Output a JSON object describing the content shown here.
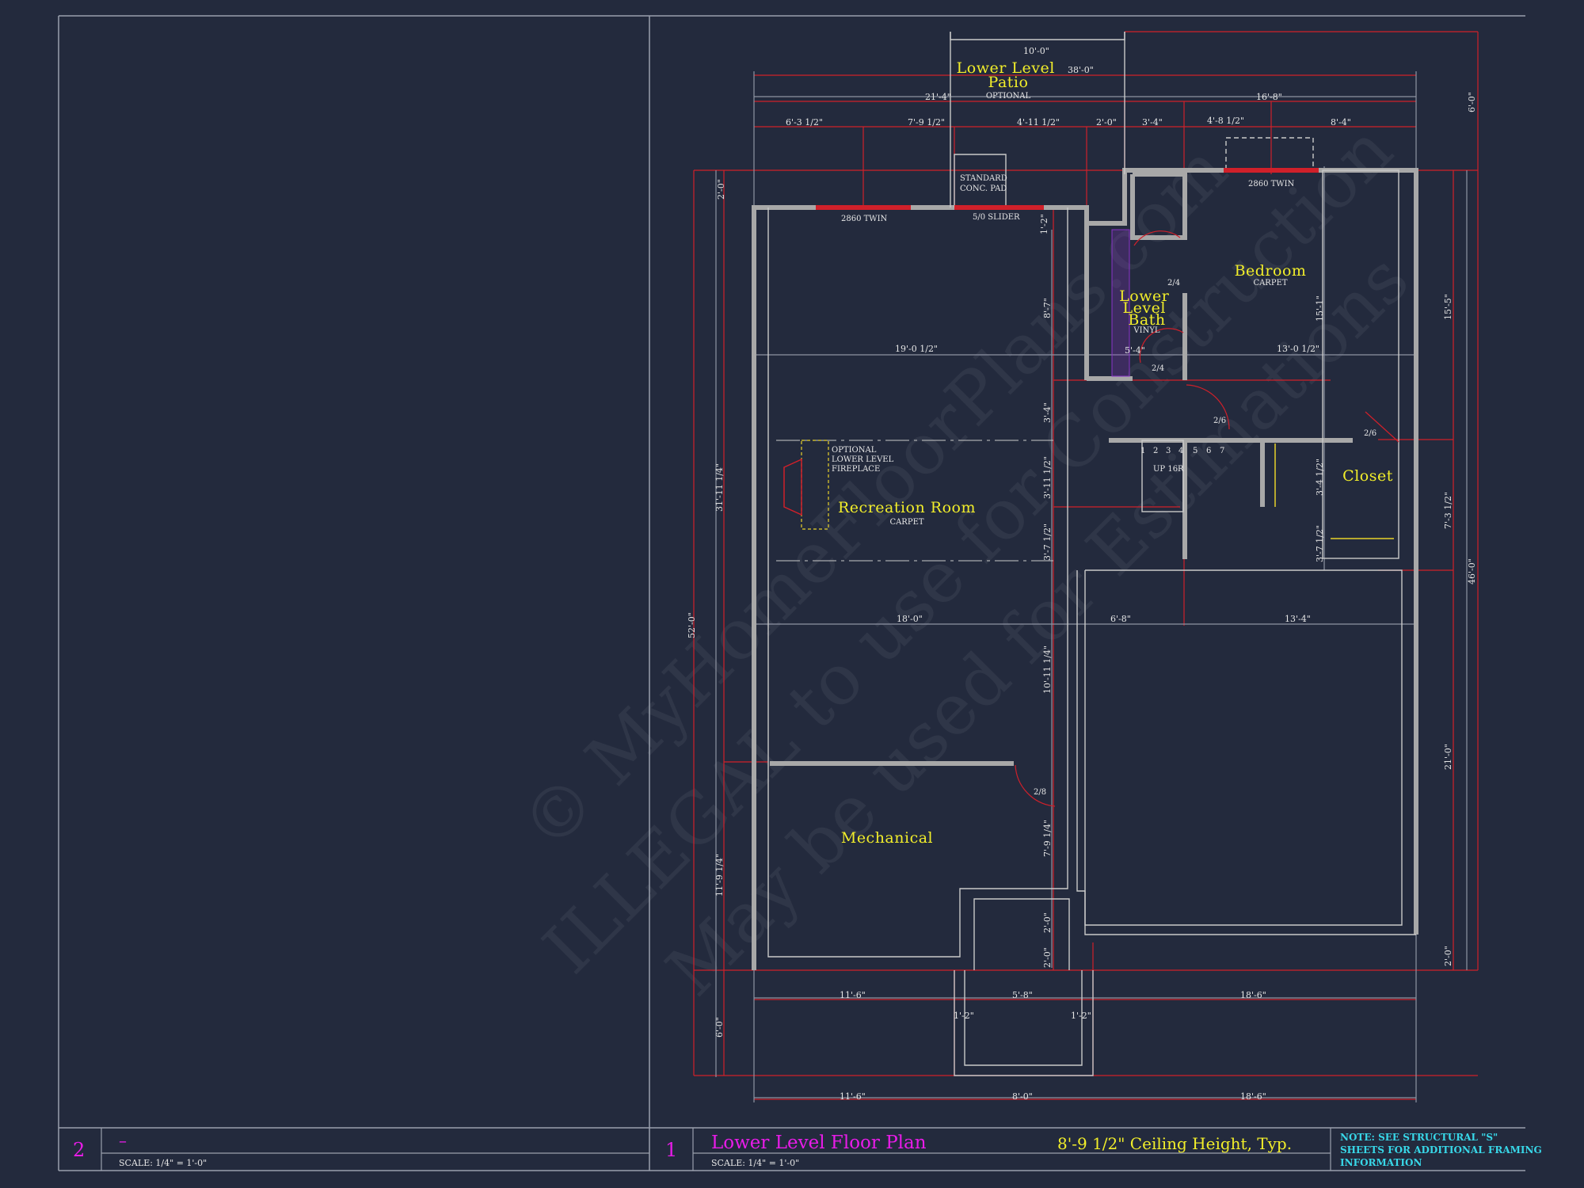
{
  "rooms": {
    "patio": "Lower Level\nPatio",
    "patio_note": "OPTIONAL",
    "bedroom": "Bedroom",
    "bedroom_floor": "CARPET",
    "bath": "Lower\nLevel\nBath",
    "bath_floor": "VINYL",
    "recreation": "Recreation Room",
    "recreation_floor": "CARPET",
    "closet": "Closet",
    "mechanical": "Mechanical"
  },
  "labels": {
    "conc_pad": "STANDARD\nCONC. PAD",
    "slider": "5/0 SLIDER",
    "twin_left": "2860 TWIN",
    "twin_right": "2860 TWIN",
    "fireplace": "OPTIONAL\nLOWER LEVEL\nFIREPLACE",
    "stairs": "UP 16R",
    "stair_numbers": [
      "1",
      "2",
      "3",
      "4",
      "5",
      "6",
      "7"
    ],
    "door_24a": "2/4",
    "door_24b": "2/4",
    "door_26a": "2/6",
    "door_26b": "2/6",
    "door_28": "2/8"
  },
  "dims_top": [
    "10'-0\"",
    "38'-0\"",
    "21'-4\"",
    "16'-8\"",
    "6'-3 1/2\"",
    "7'-9 1/2\"",
    "4'-11 1/2\"",
    "2'-0\"",
    "3'-4\"",
    "4'-8 1/2\"",
    "8'-4\""
  ],
  "dims_interior": [
    "19'-0 1/2\"",
    "13'-0 1/2\"",
    "5'-4\"",
    "18'-0\"",
    "6'-8\"",
    "13'-4\""
  ],
  "dims_bottom": [
    "11'-6\"",
    "5'-8\"",
    "18'-6\"",
    "1'-2\"",
    "1'-2\"",
    "11'-6\"",
    "8'-0\"",
    "18'-6\""
  ],
  "dims_left": [
    "2'-0\"",
    "31'-11 1/4\"",
    "52'-0\"",
    "11'-9 1/4\"",
    "6'-0\""
  ],
  "dims_center": [
    "1'-2\"",
    "8'-7\"",
    "3'-4\"",
    "3'-11 1/2\"",
    "3'-7 1/2\"",
    "10'-11 1/4\"",
    "7'-9 1/4\"",
    "2'-0\"",
    "2'-0\""
  ],
  "dims_right": [
    "6'-0\"",
    "15'-5\"",
    "7'-3 1/2\"",
    "46'-0\"",
    "21'-0\"",
    "2'-0\""
  ],
  "dims_right_inner": [
    "15'-1\"",
    "3'-4 1/2\"",
    "3'-7 1/2\""
  ],
  "title_block": {
    "left_number": "2",
    "left_title": "–",
    "left_scale": "SCALE: 1/4\" = 1'-0\"",
    "right_number": "1",
    "right_title": "Lower  Level  Floor  Plan",
    "right_scale": "SCALE: 1/4\" = 1'-0\"",
    "ceiling": "8'-9 1/2\" Ceiling Height, Typ.",
    "note": "NOTE: SEE STRUCTURAL \"S\"\nSHEETS FOR ADDITIONAL FRAMING\nINFORMATION"
  },
  "watermark": [
    "© MyHomeFloorPlans.com",
    "ILLEGAL to use for Construction",
    "May be used for Estimations"
  ],
  "colors": {
    "background": "#232a3d",
    "room_label": "#f2ee2a",
    "title": "#e81ce8",
    "note": "#38d7e8",
    "dimension_line": "#d0202a"
  }
}
